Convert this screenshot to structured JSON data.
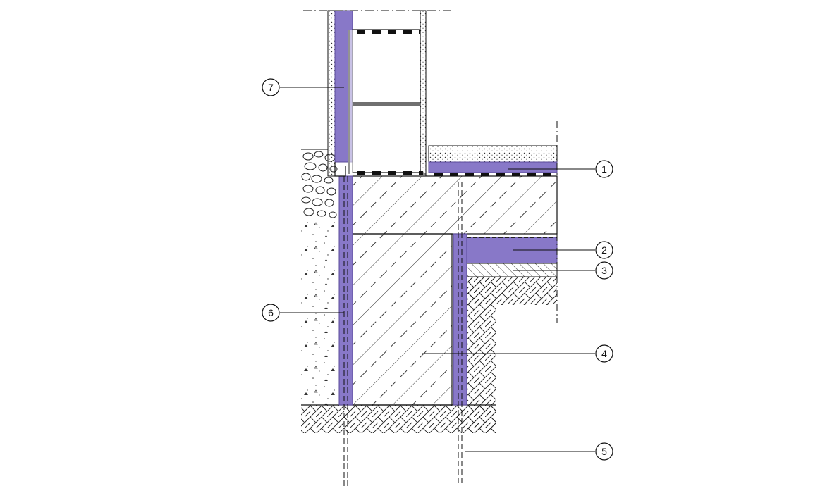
{
  "callouts": [
    {
      "id": "1",
      "text": "1"
    },
    {
      "id": "2",
      "text": "2"
    },
    {
      "id": "3",
      "text": "3"
    },
    {
      "id": "4",
      "text": "4"
    },
    {
      "id": "5",
      "text": "5"
    },
    {
      "id": "6",
      "text": "6"
    },
    {
      "id": "7",
      "text": "7"
    }
  ],
  "colors": {
    "insulation": "#8878c8",
    "insulation_stroke": "#5a4a9a",
    "line": "#111111",
    "background": "#ffffff"
  }
}
